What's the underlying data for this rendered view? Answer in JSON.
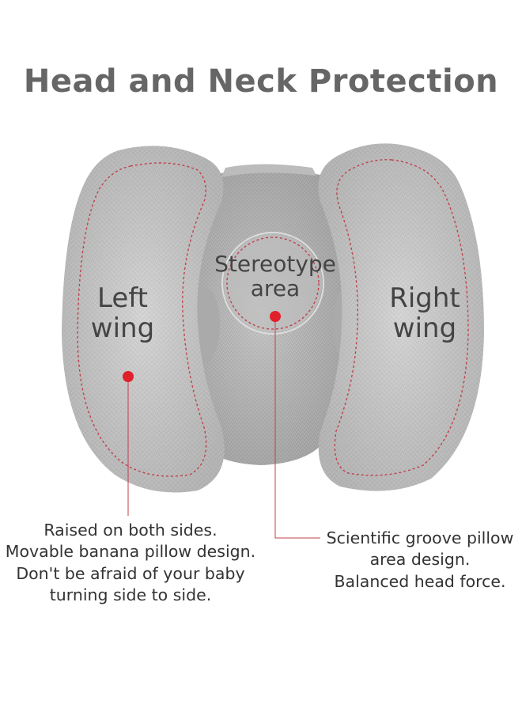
{
  "title": "Head and Neck Protection",
  "labels": {
    "left_wing": [
      "Left",
      "wing"
    ],
    "right_wing": [
      "Right",
      "wing"
    ],
    "stereotype_area": [
      "Stereotype",
      "area"
    ]
  },
  "captions": {
    "left": [
      "Raised on both sides.",
      "Movable banana pillow design.",
      "Don't be afraid of your baby",
      "turning side to side."
    ],
    "right": [
      "Scientific groove pillow",
      "area design.",
      "Balanced head force."
    ]
  },
  "colors": {
    "fabric": "#c9c9c9",
    "stitch": "#c0404a",
    "marker": "#e0202a",
    "title": "#666666"
  }
}
